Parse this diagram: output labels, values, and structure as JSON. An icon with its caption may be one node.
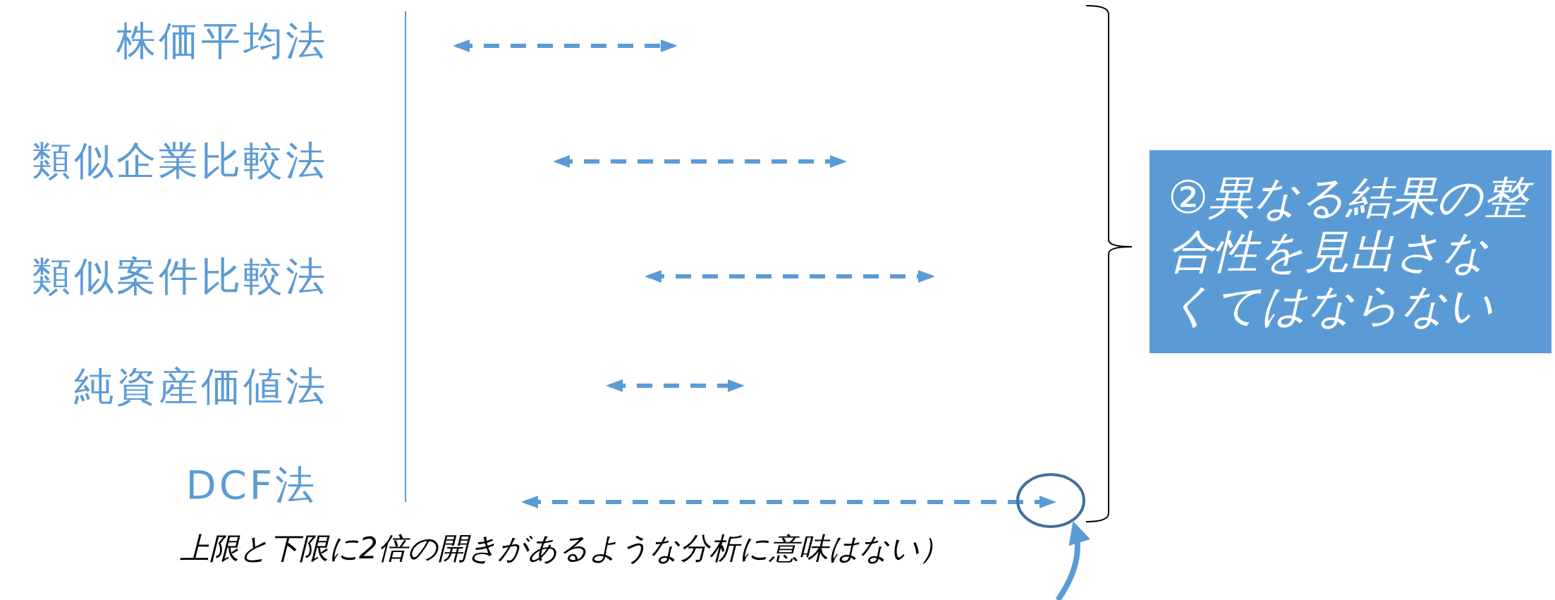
{
  "diagram": {
    "nodes": [
      {
        "text": [
          "②異なる結果の整合性を見出さなくてはならない"
        ]
      },
      {
        "text": [],
        "shape": "circle"
      }
    ],
    "edges": [
      {
        "from": null,
        "to": 1,
        "arrow": "to"
      }
    ],
    "labels": [
      "株価平均法",
      "類似企業比較法",
      "類似案件比較法",
      "純資産価値法",
      "DCF法",
      "上限と下限に2倍の開きがあるような分析に意味はない）"
    ]
  }
}
